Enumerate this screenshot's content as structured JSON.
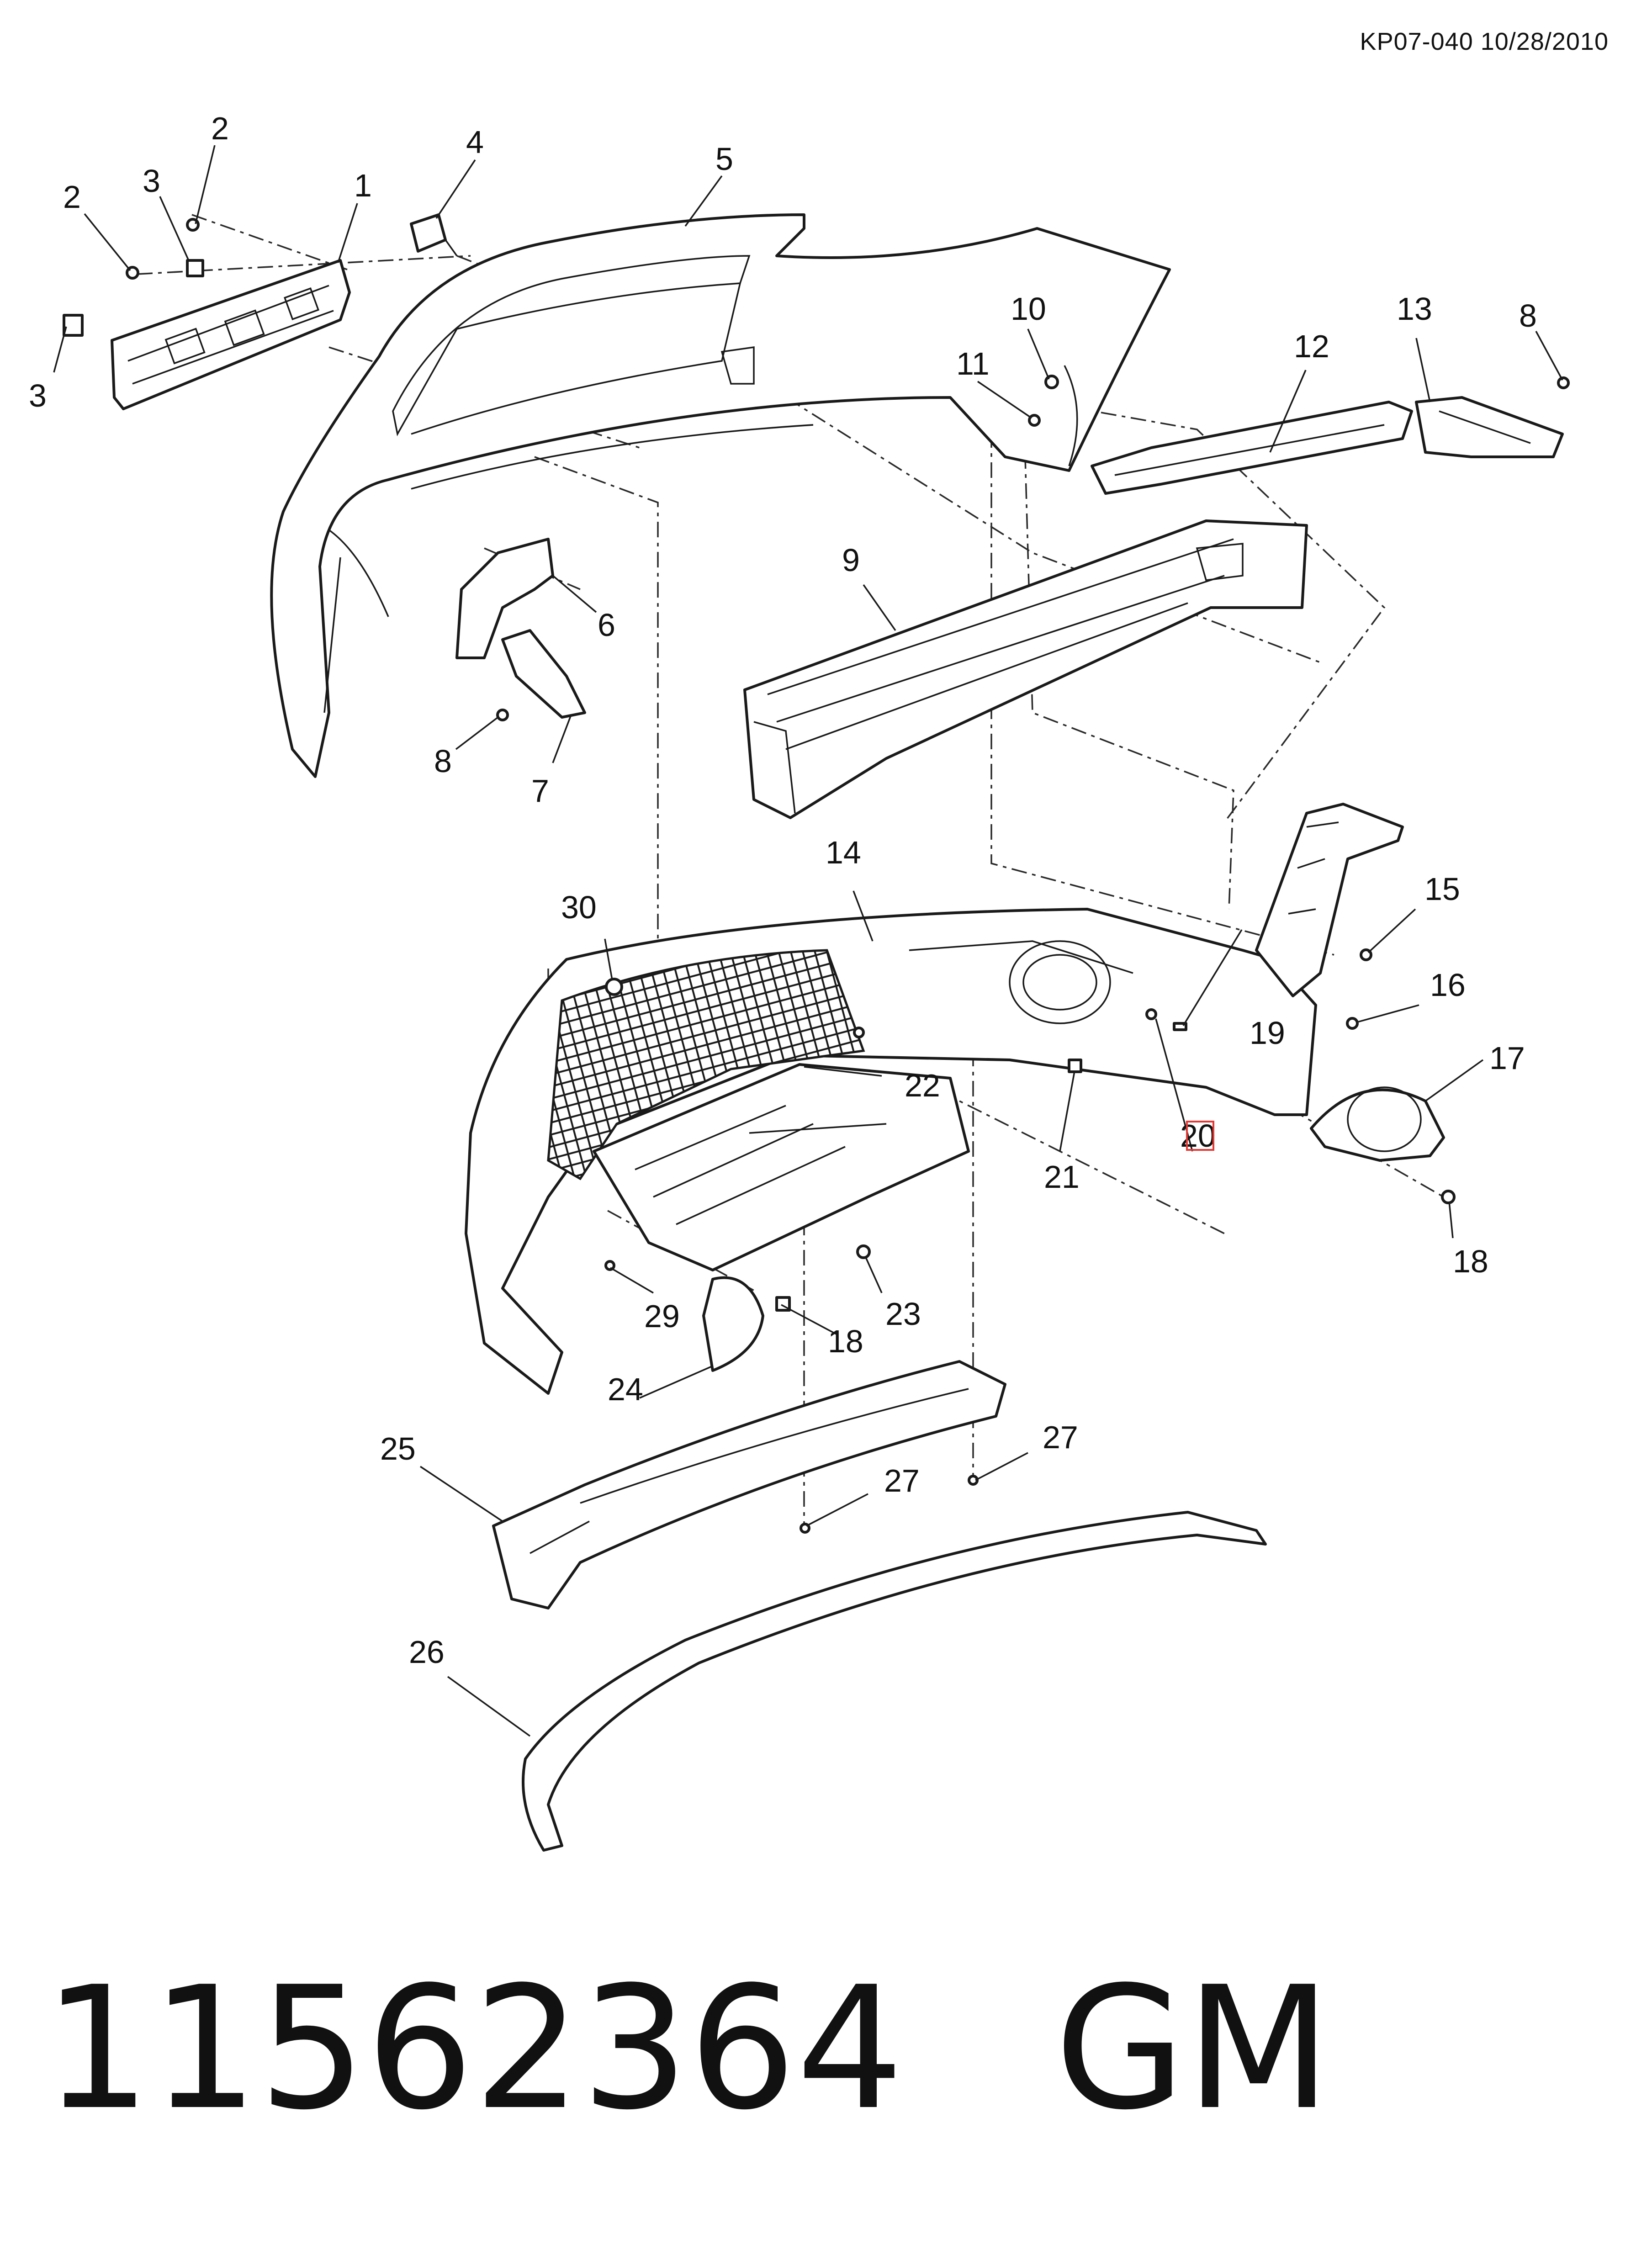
{
  "header": {
    "drawing_code": "KP07-040 10/28/2010"
  },
  "footer": {
    "part_number": "11562364",
    "manufacturer": "GM"
  },
  "callouts": {
    "c1": "1",
    "c2a": "2",
    "c2b": "2",
    "c3a": "3",
    "c3b": "3",
    "c4": "4",
    "c5": "5",
    "c6": "6",
    "c7": "7",
    "c8a": "8",
    "c8b": "8",
    "c9": "9",
    "c10": "10",
    "c11": "11",
    "c12": "12",
    "c13": "13",
    "c14": "14",
    "c15": "15",
    "c16": "16",
    "c17": "17",
    "c18a": "18",
    "c18b": "18",
    "c19": "19",
    "c20": "20",
    "c21": "21",
    "c22": "22",
    "c23": "23",
    "c24": "24",
    "c25": "25",
    "c26": "26",
    "c27a": "27",
    "c27b": "27",
    "c29": "29",
    "c30": "30"
  },
  "highlight": {
    "callout": "20",
    "color": "#e53935"
  }
}
